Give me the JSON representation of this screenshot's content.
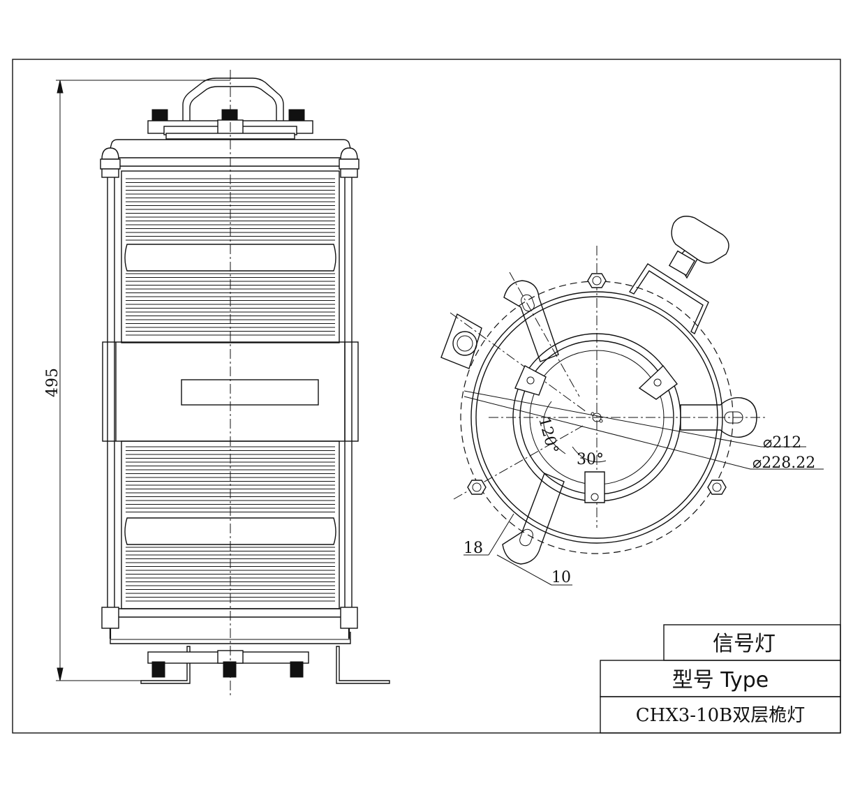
{
  "dimensions": {
    "height": "495",
    "dia_inner": "⌀212",
    "dia_outer": "⌀228.22",
    "angle_120": "120°",
    "angle_30": "30°",
    "slot_18": "18",
    "slot_10": "10"
  },
  "title_block": {
    "name": "信号灯",
    "type_label": "型号 Type",
    "model": "CHX3-10B双层桅灯"
  }
}
